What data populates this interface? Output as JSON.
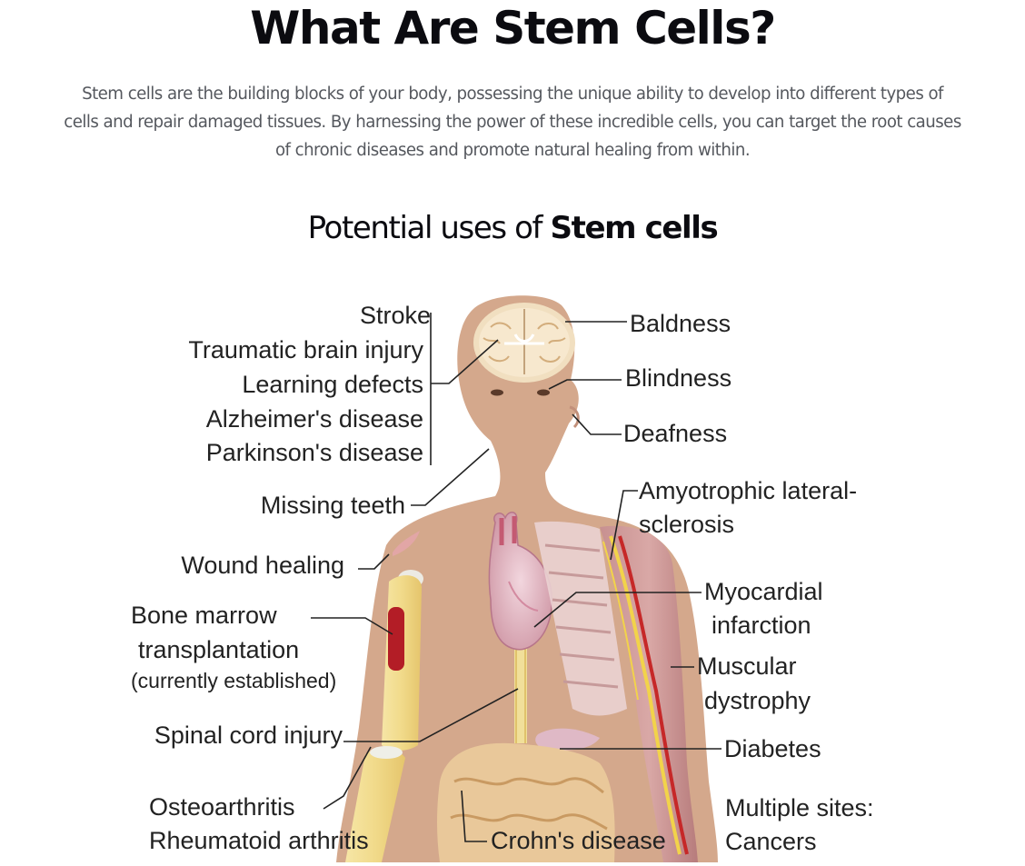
{
  "header": {
    "title": "What Are Stem Cells?",
    "intro_lines": [
      "Stem cells are the building blocks of your body, possessing the unique ability to develop into different types of",
      "cells and repair damaged tissues. By harnessing the power of these incredible cells, you can target the root causes",
      "of chronic diseases and promote natural healing from within."
    ]
  },
  "subtitle": {
    "prefix": "Potential uses of",
    "emphasis": "Stem cells"
  },
  "diagram": {
    "labels": {
      "stroke": "Stroke",
      "traumatic_brain_injury": "Traumatic brain injury",
      "learning_defects": "Learning defects",
      "alzheimers": "Alzheimer's disease",
      "parkinsons": "Parkinson's disease",
      "missing_teeth": "Missing teeth",
      "wound_healing": "Wound healing",
      "bone_marrow_1": "Bone marrow",
      "bone_marrow_2": "transplantation",
      "bone_marrow_3": "(currently established)",
      "spinal_cord": "Spinal cord injury",
      "osteoarthritis": "Osteoarthritis",
      "rheumatoid": "Rheumatoid arthritis",
      "crohns": "Crohn's disease",
      "baldness": "Baldness",
      "blindness": "Blindness",
      "deafness": "Deafness",
      "als_1": "Amyotrophic lateral-",
      "als_2": "sclerosis",
      "myocardial_1": "Myocardial",
      "myocardial_2": "infarction",
      "muscular_1": "Muscular",
      "muscular_2": "dystrophy",
      "diabetes": "Diabetes",
      "multiple_1": "Multiple sites:",
      "multiple_2": "Cancers"
    }
  }
}
